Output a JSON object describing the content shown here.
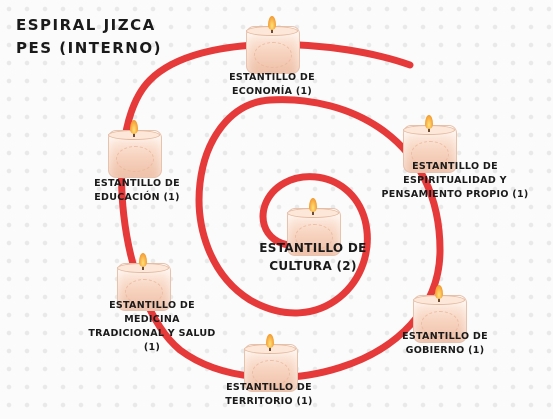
{
  "title": {
    "line1": "ESPIRAL JIZCA",
    "line2": "PES (INTERNO)"
  },
  "nodes": [
    {
      "id": "cultura",
      "lines": [
        "ESTANTILLO DE",
        "CULTURA (2)"
      ]
    },
    {
      "id": "economia",
      "lines": [
        "ESTANTILLO DE",
        "ECONOMÍA (1)"
      ]
    },
    {
      "id": "espiritualidad",
      "lines": [
        "ESTANTILLO DE",
        "ESPIRITUALIDAD Y",
        "PENSAMIENTO PROPIO (1)"
      ]
    },
    {
      "id": "educacion",
      "lines": [
        "ESTANTILLO DE",
        "EDUCACIÓN (1)"
      ]
    },
    {
      "id": "medicina",
      "lines": [
        "ESTANTILLO DE",
        "MEDICINA",
        "TRADICIONAL Y SALUD",
        "(1)"
      ]
    },
    {
      "id": "gobierno",
      "lines": [
        "ESTANTILLO DE",
        "GOBIERNO (1)"
      ]
    },
    {
      "id": "territorio",
      "lines": [
        "ESTANTILLO DE",
        "TERRITORIO (1)"
      ]
    }
  ],
  "colors": {
    "spiral": "#e63939",
    "text": "#1a1a1a",
    "candle_wax": "#f7d3bf",
    "flame": "#f6a53a"
  }
}
